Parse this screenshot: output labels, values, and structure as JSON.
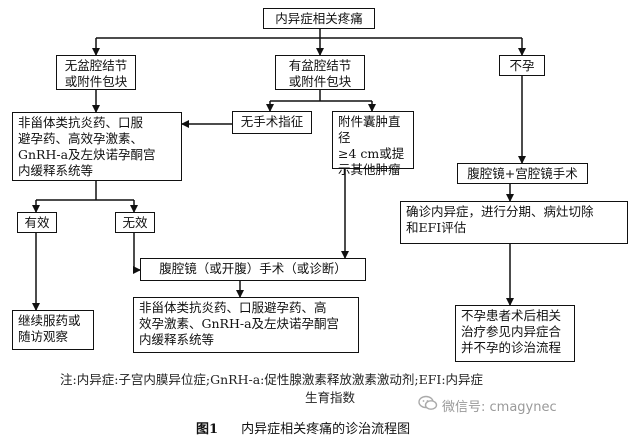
{
  "nodes": {
    "root": "内异症相关疼痛",
    "no_pelvic": [
      "无盆腔结节",
      "或附件包块"
    ],
    "has_pelvic": [
      "有盆腔结节",
      "或附件包块"
    ],
    "infertile": "不孕",
    "drug_therapy": [
      "非甾体类抗炎药、口服",
      "避孕药、高效孕激素、",
      "GnRH-a及左炔诺孕酮宫",
      "内缓释系统等"
    ],
    "no_surgery": "无手术指征",
    "cyst": [
      "附件囊肿直径",
      "≥4 cm或提",
      "示其他肿瘤"
    ],
    "effective": "有效",
    "ineffective": "无效",
    "laparoscopy": "腹腔镜（或开腹）手术（或诊断）",
    "continue": [
      "继续服药或",
      "随访观察"
    ],
    "post_drug": [
      "非甾体类抗炎药、口服避孕药、高",
      "效孕激素、GnRH-a及左炔诺孕酮宫",
      "内缓释系统等"
    ],
    "lap_hyst": "腹腔镜+宫腔镜手术",
    "diagnose": [
      "确诊内异症，进行分期、病灶切除",
      "和EFI评估"
    ],
    "infertile_post": [
      "不孕患者术后相关",
      "治疗参见内异症合",
      "并不孕的诊治流程"
    ]
  },
  "note": [
    "注:内异症:子宫内膜异位症;GnRH-a:促性腺激素释放激素激动剂;EFI:内异症",
    "生育指数"
  ],
  "caption": {
    "label": "图1",
    "title": "内异症相关疼痛的诊治流程图"
  },
  "watermark": "微信号: cmagynec"
}
